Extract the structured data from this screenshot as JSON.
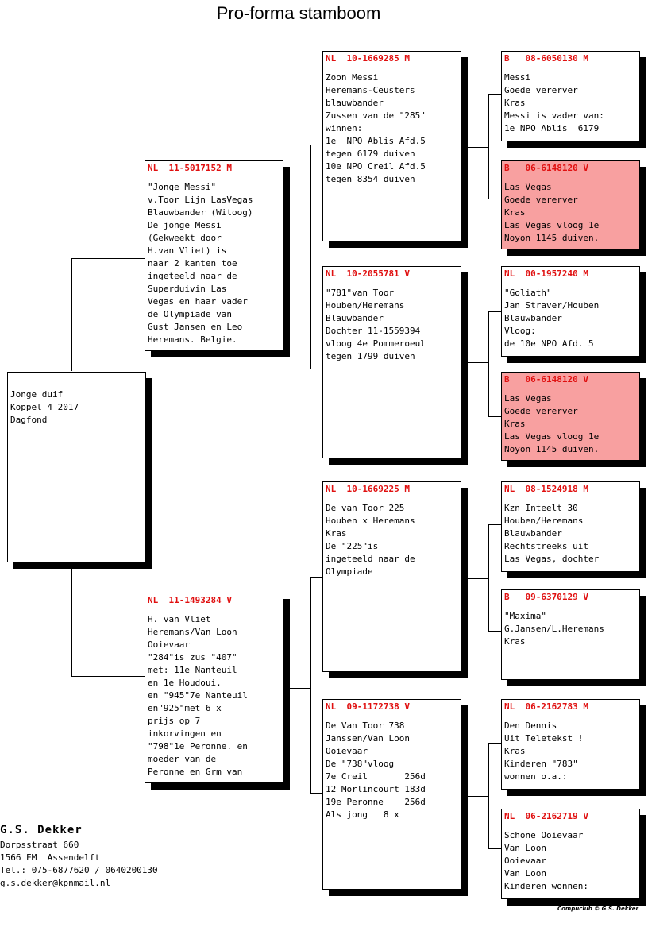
{
  "title": "Pro-forma stamboom",
  "root": {
    "lines": [
      "Jonge duif",
      "",
      "",
      "Koppel 4 2017",
      "Dagfond"
    ]
  },
  "parents": [
    {
      "ring": "NL  11-5017152 M",
      "lines": [
        "\"Jonge Messi\"",
        "v.Toor Lijn LasVegas",
        "Blauwbander (Witoog)",
        "De jonge Messi",
        "(Gekweekt door",
        "H.van Vliet) is",
        "naar 2 kanten toe",
        "ingeteeld naar de",
        "Superduivin Las",
        "Vegas en haar vader",
        "de Olympiade van",
        "Gust Jansen en Leo",
        "Heremans. Belgie."
      ]
    },
    {
      "ring": "NL  11-1493284 V",
      "lines": [
        "H. van Vliet",
        "Heremans/Van Loon",
        "Ooievaar",
        "\"284\"is zus \"407\"",
        "met: 11e Nanteuil",
        "en 1e Houdoui.",
        "en \"945\"7e Nanteuil",
        "en\"925\"met 6 x",
        "prijs op 7",
        "inkorvingen en",
        "\"798\"1e Peronne. en",
        "moeder van de",
        "Peronne en Grm van"
      ]
    }
  ],
  "grandparents": [
    {
      "ring": "NL  10-1669285 M",
      "lines": [
        "Zoon Messi",
        "Heremans-Ceusters",
        "blauwbander",
        "Zussen van de \"285\"",
        "winnen:",
        "1e  NPO Ablis Afd.5",
        "tegen 6179 duiven",
        "10e NPO Creil Afd.5",
        "tegen 8354 duiven"
      ]
    },
    {
      "ring": "NL  10-2055781 V",
      "lines": [
        "\"781\"van Toor",
        "Houben/Heremans",
        "Blauwbander",
        "Dochter 11-1559394",
        "vloog 4e Pommeroeul",
        "tegen 1799 duiven"
      ]
    },
    {
      "ring": "NL  10-1669225 M",
      "lines": [
        "De van Toor 225",
        "Houben x Heremans",
        "Kras",
        "De \"225\"is",
        "ingeteeld naar de",
        "Olympiade"
      ]
    },
    {
      "ring": "NL  09-1172738 V",
      "lines": [
        "De Van Toor 738",
        "Janssen/Van Loon",
        "Ooievaar",
        "De \"738\"vloog",
        "7e Creil       256d",
        "12 Morlincourt 183d",
        "19e Peronne    256d",
        "Als jong   8 x"
      ]
    }
  ],
  "greatgrandparents": [
    {
      "ring": "B   08-6050130 M",
      "pink": false,
      "lines": [
        "Messi",
        "Goede vererver",
        "Kras",
        "Messi is vader van:",
        "1e NPO Ablis  6179"
      ]
    },
    {
      "ring": "B   06-6148120 V",
      "pink": true,
      "lines": [
        "Las Vegas",
        "Goede vererver",
        "Kras",
        "Las Vegas vloog 1e",
        "Noyon 1145 duiven."
      ]
    },
    {
      "ring": "NL  00-1957240 M",
      "pink": false,
      "lines": [
        "\"Goliath\"",
        "Jan Straver/Houben",
        "Blauwbander",
        "Vloog:",
        "de 10e NPO Afd. 5"
      ]
    },
    {
      "ring": "B   06-6148120 V",
      "pink": true,
      "lines": [
        "Las Vegas",
        "Goede vererver",
        "Kras",
        "Las Vegas vloog 1e",
        "Noyon 1145 duiven."
      ]
    },
    {
      "ring": "NL  08-1524918 M",
      "pink": false,
      "lines": [
        "Kzn Inteelt 30",
        "Houben/Heremans",
        "Blauwbander",
        "Rechtstreeks uit",
        "Las Vegas, dochter"
      ]
    },
    {
      "ring": "B   09-6370129 V",
      "pink": false,
      "lines": [
        "\"Maxima\"",
        "G.Jansen/L.Heremans",
        "Kras"
      ]
    },
    {
      "ring": "NL  06-2162783 M",
      "pink": false,
      "lines": [
        "Den Dennis",
        "Uit Teletekst !",
        "Kras",
        "Kinderen \"783\"",
        "wonnen o.a.:"
      ]
    },
    {
      "ring": "NL  06-2162719 V",
      "pink": false,
      "lines": [
        "Schone Ooievaar",
        "Van Loon",
        "Ooievaar",
        "Van Loon",
        "Kinderen wonnen:"
      ]
    }
  ],
  "owner": {
    "name": "G.S. Dekker",
    "lines": [
      "Dorpsstraat 660",
      "1566 EM  Assendelft",
      "Tel.: 075-6877620 / 0640200130",
      "g.s.dekker@kpnmail.nl"
    ]
  },
  "copyright": "Compuclub © G.S. Dekker",
  "colors": {
    "ring_text": "#e01010",
    "highlight_card": "#f8a0a0"
  }
}
